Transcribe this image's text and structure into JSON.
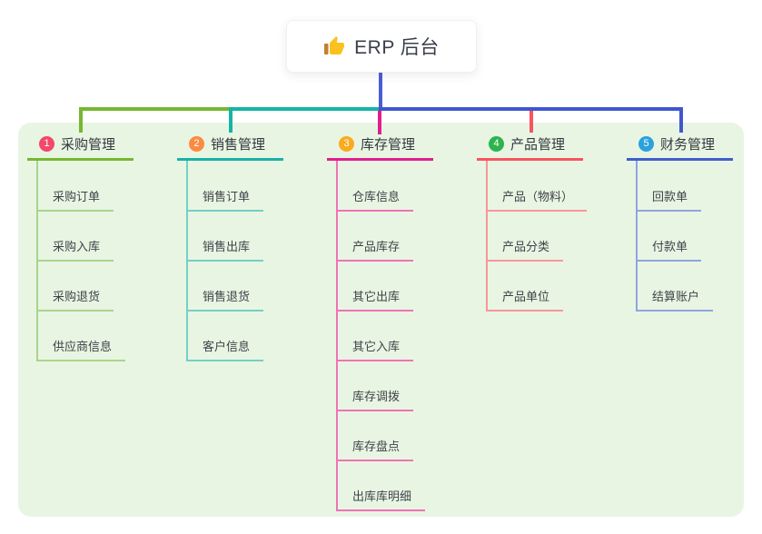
{
  "root": {
    "title": "ERP 后台",
    "icon": "thumbs-up-icon"
  },
  "branches": [
    {
      "badge": "1",
      "label": "采购管理",
      "line_color": "#76b82f",
      "badge_color": "#f2486b",
      "children": [
        "采购订单",
        "采购入库",
        "采购退货",
        "供应商信息"
      ]
    },
    {
      "badge": "2",
      "label": "销售管理",
      "line_color": "#16b3a6",
      "badge_color": "#fb8b41",
      "children": [
        "销售订单",
        "销售出库",
        "销售退货",
        "客户信息"
      ]
    },
    {
      "badge": "3",
      "label": "库存管理",
      "line_color": "#df1f8e",
      "badge_color": "#f9ab20",
      "children": [
        "仓库信息",
        "产品库存",
        "其它出库",
        "其它入库",
        "库存调拨",
        "库存盘点",
        "出库库明细"
      ]
    },
    {
      "badge": "4",
      "label": "产品管理",
      "line_color": "#f8545f",
      "badge_color": "#2eb44e",
      "children": [
        "产品（物料）",
        "产品分类",
        "产品单位"
      ]
    },
    {
      "badge": "5",
      "label": "财务管理",
      "line_color": "#3f5ecb",
      "badge_color": "#2ba2dc",
      "children": [
        "回款单",
        "付款单",
        "结算账户"
      ]
    }
  ],
  "colors": {
    "panel_bg": "#e9f5e3",
    "root_stem": "#4a5ed3"
  }
}
